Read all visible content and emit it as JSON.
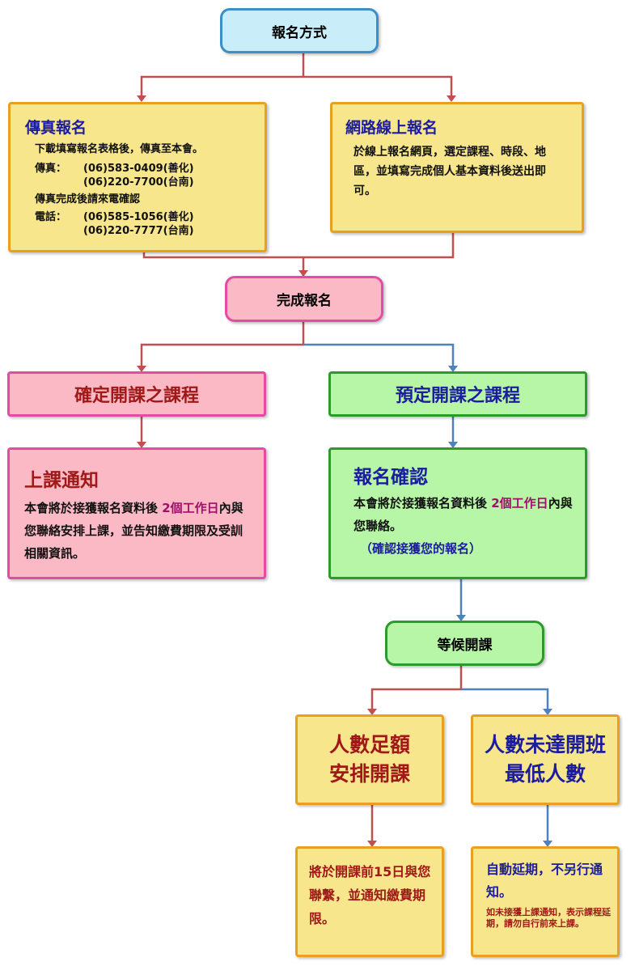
{
  "top": {
    "label": "報名方式"
  },
  "fax": {
    "title": "傳真報名",
    "desc": "下載填寫報名表格後，傳真至本會。",
    "fax_label": "傳真：",
    "fax1": "(06)583-0409(善化)",
    "fax2": "(06)220-7700(台南)",
    "confirm": "傳真完成後請來電確認",
    "tel_label": "電話：",
    "tel1": "(06)585-1056(善化)",
    "tel2": "(06)220-7777(台南)"
  },
  "online": {
    "title": "網路線上報名",
    "desc": "於線上報名網頁，選定課程、時段、地區，並填寫完成個人基本資料後送出即可。"
  },
  "complete": {
    "label": "完成報名"
  },
  "confirmed": {
    "label": "確定開課之課程"
  },
  "scheduled": {
    "label": "預定開課之課程"
  },
  "notice": {
    "title": "上課通知",
    "desc_a": "本會將於接獲報名資料後",
    "days": "2個工作日",
    "desc_b": "內與您聯絡安排上課，並告知繳費期限及受訓相關資訊。"
  },
  "signup": {
    "title": "報名確認",
    "desc_a": "本會將於接獲報名資料後",
    "days": "2個工作日",
    "desc_b": "內與您聯絡。",
    "note": "（確認接獲您的報名）"
  },
  "wait": {
    "label": "等候開課"
  },
  "enough": {
    "line1": "人數足額",
    "line2": "安排開課"
  },
  "notenough": {
    "line1": "人數未達開班",
    "line2": "最低人數"
  },
  "enough_detail": {
    "text": "將於開課前15日與您聯繫，並通知繳費期限。"
  },
  "notenough_detail": {
    "text": "自動延期，不另行通知。",
    "note": "如未接獲上課通知，表示課程延期，請勿自行前來上課。"
  },
  "colors": {
    "red_arrow": "#c0504d",
    "blue_arrow": "#4f81bd"
  }
}
